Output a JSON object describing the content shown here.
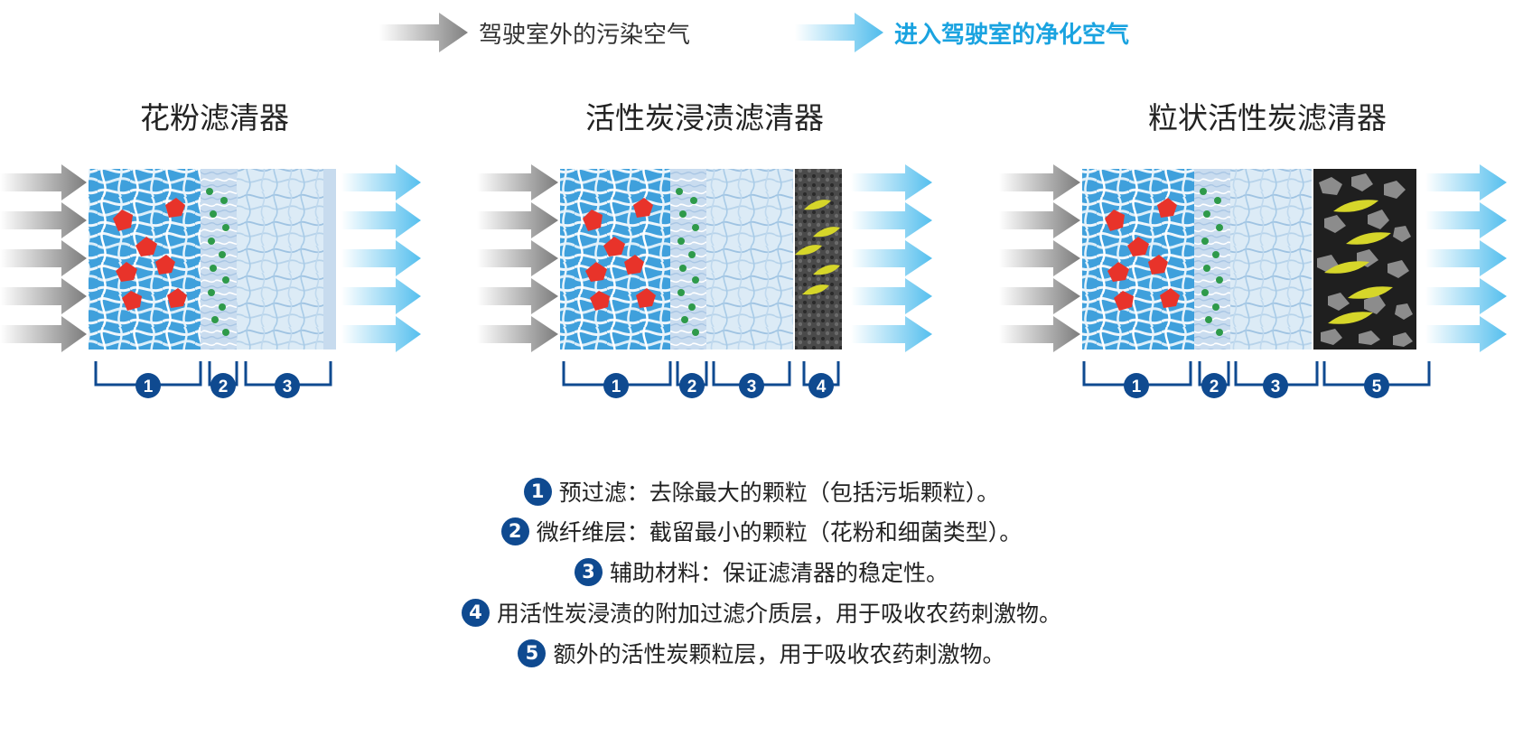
{
  "legend": {
    "outside": "驾驶室外的污染空气",
    "inside": "进入驾驶室的净化空气"
  },
  "filters": [
    {
      "title": "花粉滤清器",
      "layers": [
        "1",
        "2",
        "3"
      ]
    },
    {
      "title": "活性炭浸渍滤清器",
      "layers": [
        "1",
        "2",
        "3",
        "4"
      ]
    },
    {
      "title": "粒状活性炭滤清器",
      "layers": [
        "1",
        "2",
        "3",
        "5"
      ]
    }
  ],
  "descriptions": [
    {
      "num": "1",
      "text": "预过滤：去除最大的颗粒（包括污垢颗粒）。"
    },
    {
      "num": "2",
      "text": "微纤维层：截留最小的颗粒（花粉和细菌类型）。"
    },
    {
      "num": "3",
      "text": "辅助材料：保证滤清器的稳定性。"
    },
    {
      "num": "4",
      "text": "用活性炭浸渍的附加过滤介质层，用于吸收农药刺激物。"
    },
    {
      "num": "5",
      "text": "额外的活性炭颗粒层，用于吸收农药刺激物。"
    }
  ],
  "colors": {
    "grey_arrow": "#8a8a8a",
    "blue_arrow": "#5ec2ee",
    "badge": "#0f4a90",
    "pollen": "#e8332a",
    "bacteria": "#2e9a4a",
    "carbon_particle": "#d6d62a"
  }
}
